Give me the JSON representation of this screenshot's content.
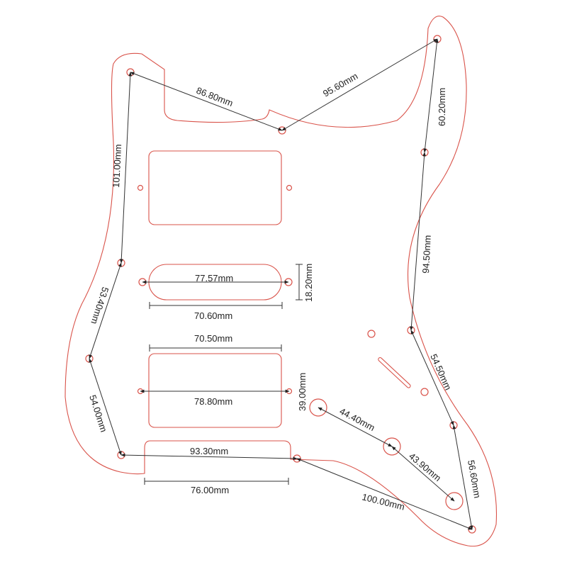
{
  "title": "Pickguard dimension drawing",
  "colors": {
    "outline": "#d9534a",
    "dimension": "#333333",
    "text": "#222222",
    "background": "#ffffff"
  },
  "dimensions": {
    "top_left_to_notch": "86.80mm",
    "notch_to_top_right": "95.60mm",
    "top_right_vertical": "60.20mm",
    "right_upper_vertical": "94.50mm",
    "right_lower_diagonal": "54.50mm",
    "right_bottom_diagonal": "56.60mm",
    "left_upper_vertical": "101.00mm",
    "left_middle_diagonal": "53.40mm",
    "left_lower_diagonal": "54.00mm",
    "bottom_screw_span": "93.30mm",
    "bottom_cutout_width": "76.00mm",
    "bottom_right_span": "100.00mm",
    "single_coil_screw_span": "77.57mm",
    "single_coil_width": "70.60mm",
    "single_coil_height": "18.20mm",
    "humbucker_width": "70.50mm",
    "humbucker_screw_span": "78.80mm",
    "humbucker_height": "39.00mm",
    "pot_spacing_1": "44.40mm",
    "pot_spacing_2": "43.90mm"
  }
}
